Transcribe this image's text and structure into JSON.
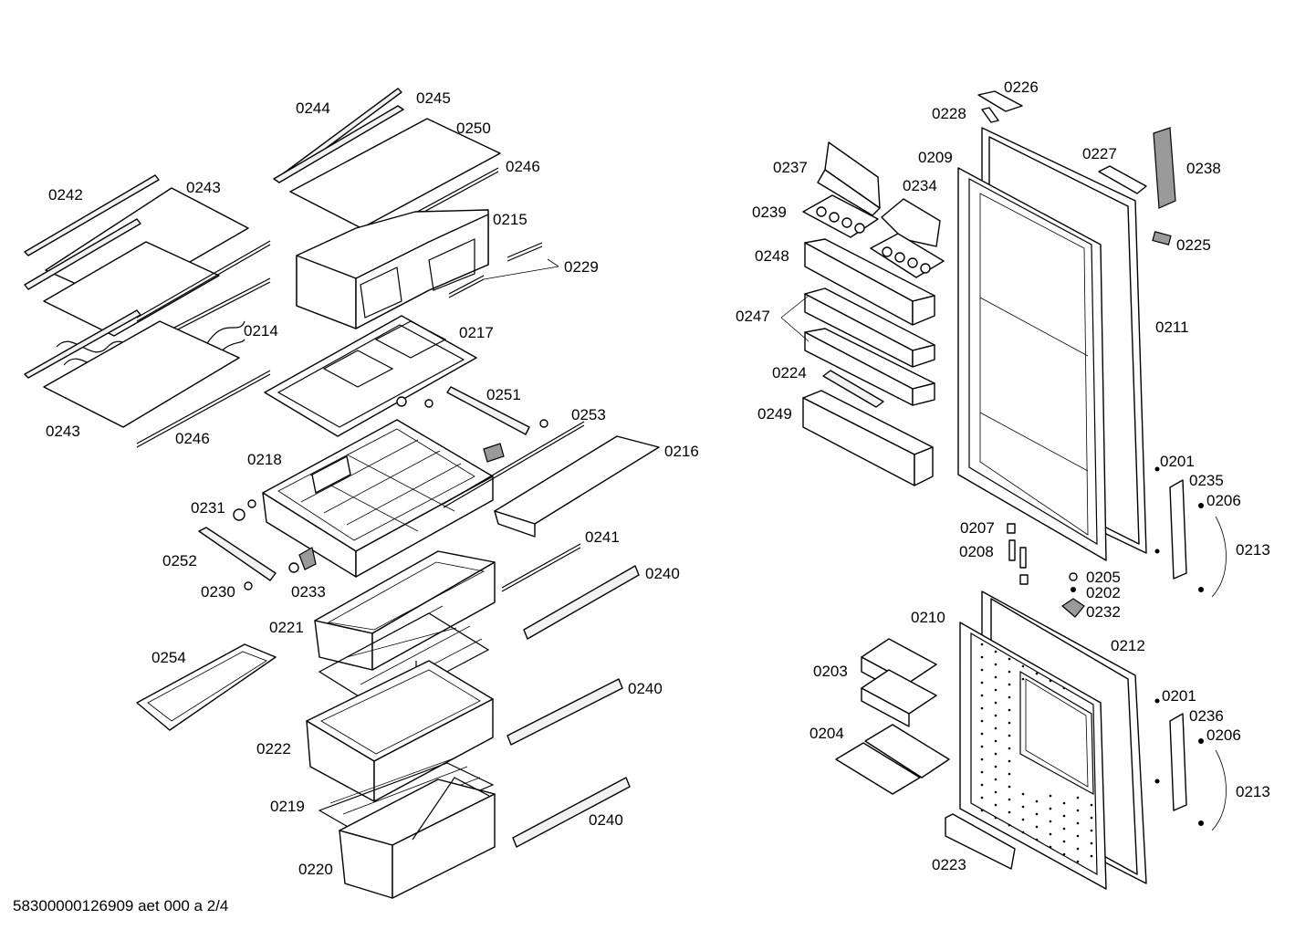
{
  "footer": {
    "doc_id": "58300000126909 aet 000 a 2/4"
  },
  "labels": [
    "0244",
    "0245",
    "0250",
    "0246",
    "0242",
    "0243",
    "0215",
    "0229",
    "0214",
    "0217",
    "0243",
    "0246",
    "0251",
    "0253",
    "0218",
    "0216",
    "0231",
    "0252",
    "0230",
    "0233",
    "0241",
    "0240",
    "0221",
    "0254",
    "0240",
    "0222",
    "0219",
    "0240",
    "0220",
    "0226",
    "0228",
    "0209",
    "0227",
    "0237",
    "0234",
    "0238",
    "0239",
    "0225",
    "0248",
    "0247",
    "0211",
    "0224",
    "0249",
    "0201",
    "0235",
    "0206",
    "0207",
    "0208",
    "0213",
    "0205",
    "0202",
    "0232",
    "0210",
    "0212",
    "0203",
    "0201",
    "0236",
    "0206",
    "0204",
    "0213",
    "0223"
  ]
}
